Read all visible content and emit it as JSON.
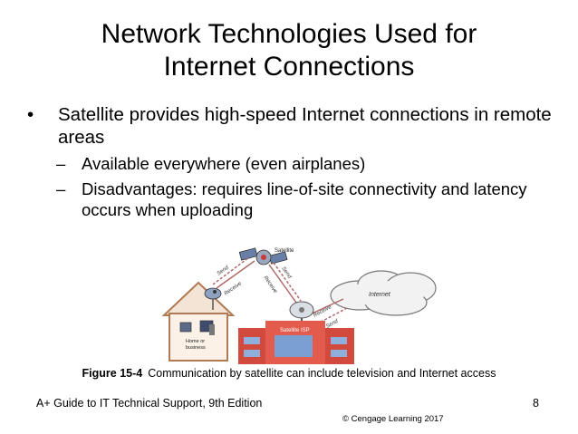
{
  "slide": {
    "title_line1": "Network Technologies Used for",
    "title_line2": "Internet Connections",
    "bullet_mark": "•",
    "dash_mark": "–",
    "bullet1": "Satellite provides high-speed Internet connections in remote areas",
    "sub1": "Available everywhere (even airplanes)",
    "sub2": "Disadvantages: requires line-of-site connectivity and latency occurs when uploading"
  },
  "figure": {
    "label_satellite": "Satellite",
    "label_internet": "Internet",
    "label_isp": "Satellite ISP",
    "label_home1": "Home or",
    "label_home2": "business",
    "label_send": "Send",
    "label_receive": "Receive",
    "caption_label": "Figure 15-4",
    "caption_text": "Communication by satellite can include television and Internet access"
  },
  "footer": {
    "book": "A+ Guide to IT Technical Support, 9th Edition",
    "page": "8",
    "copyright": "© Cengage Learning  2017"
  }
}
